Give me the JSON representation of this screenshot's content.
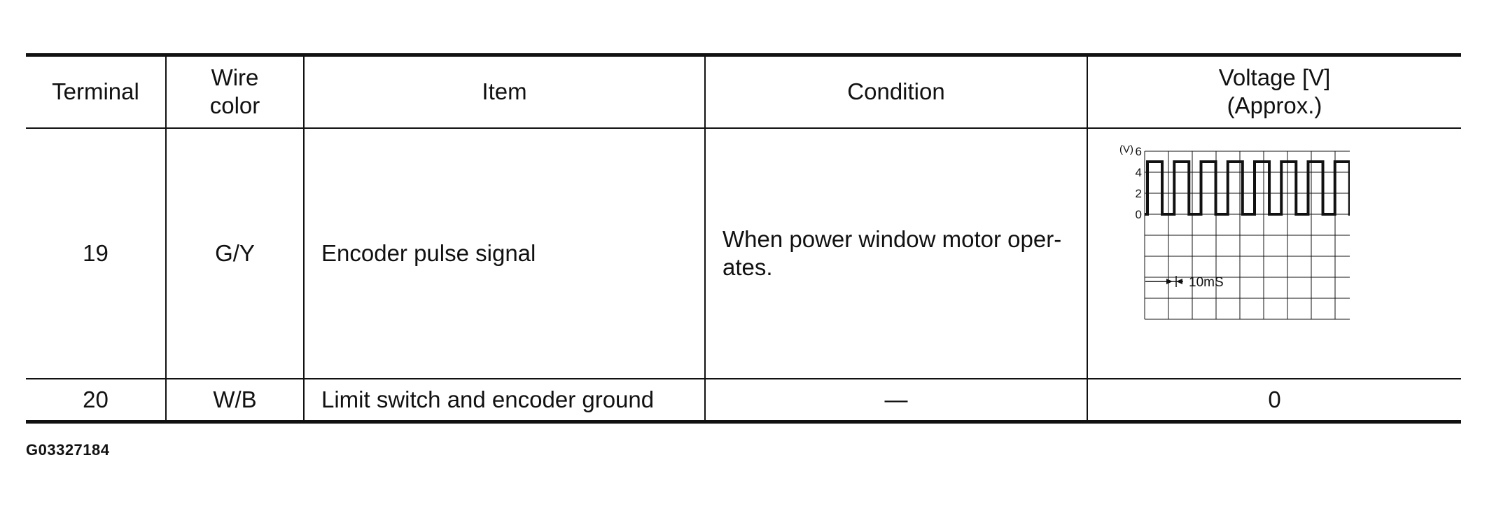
{
  "table": {
    "headers": {
      "terminal": "Terminal",
      "wire_color_line1": "Wire",
      "wire_color_line2": "color",
      "item": "Item",
      "condition": "Condition",
      "voltage_line1": "Voltage [V]",
      "voltage_line2": "(Approx.)"
    },
    "rows": [
      {
        "terminal": "19",
        "wire_color": "G/Y",
        "item": "Encoder pulse signal",
        "condition": "When power window motor oper-\nates.",
        "voltage_waveform": {
          "unit_label": "(V)",
          "y_ticks": [
            "6",
            "4",
            "2",
            "0"
          ],
          "y_tick_values": [
            6,
            4,
            2,
            0
          ],
          "pulse_high": 5,
          "pulse_low": 0,
          "pulse_count": 8,
          "time_label": "10mS"
        }
      },
      {
        "terminal": "20",
        "wire_color": "W/B",
        "item": "Limit switch and encoder ground",
        "condition": "—",
        "voltage": "0"
      }
    ]
  },
  "footer_code": "G03327184"
}
